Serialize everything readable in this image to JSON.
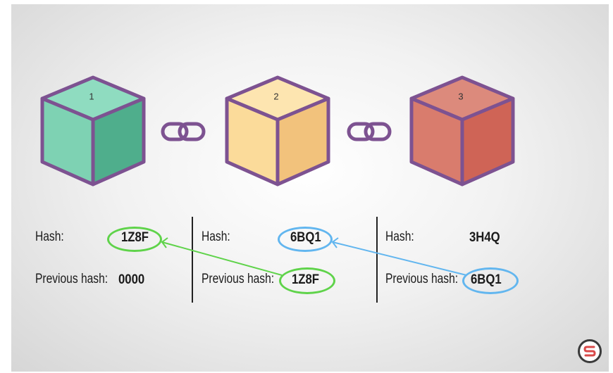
{
  "blocks": [
    {
      "number": "1",
      "hash": "1Z8F",
      "previous_hash": "0000",
      "colors": {
        "front": "#7ed2b3",
        "side": "#4fae8c",
        "top": "#8fdcc0"
      }
    },
    {
      "number": "2",
      "hash": "6BQ1",
      "previous_hash": "1Z8F",
      "colors": {
        "front": "#fbdb9a",
        "side": "#f2c27c",
        "top": "#fde5b0"
      }
    },
    {
      "number": "3",
      "hash": "3H4Q",
      "previous_hash": "6BQ1",
      "colors": {
        "front": "#d97c6d",
        "side": "#cf6456",
        "top": "#dc8a7c"
      }
    }
  ],
  "labels": {
    "hash": "Hash:",
    "previous_hash": "Previous hash:"
  },
  "colors": {
    "outline": "#7d5291",
    "link_green": "#5fd34a",
    "link_blue": "#62b6ef",
    "chain": "#7d5291"
  },
  "icons": {
    "chain": "chain-link-icon",
    "logo": "brand-logo-icon"
  }
}
